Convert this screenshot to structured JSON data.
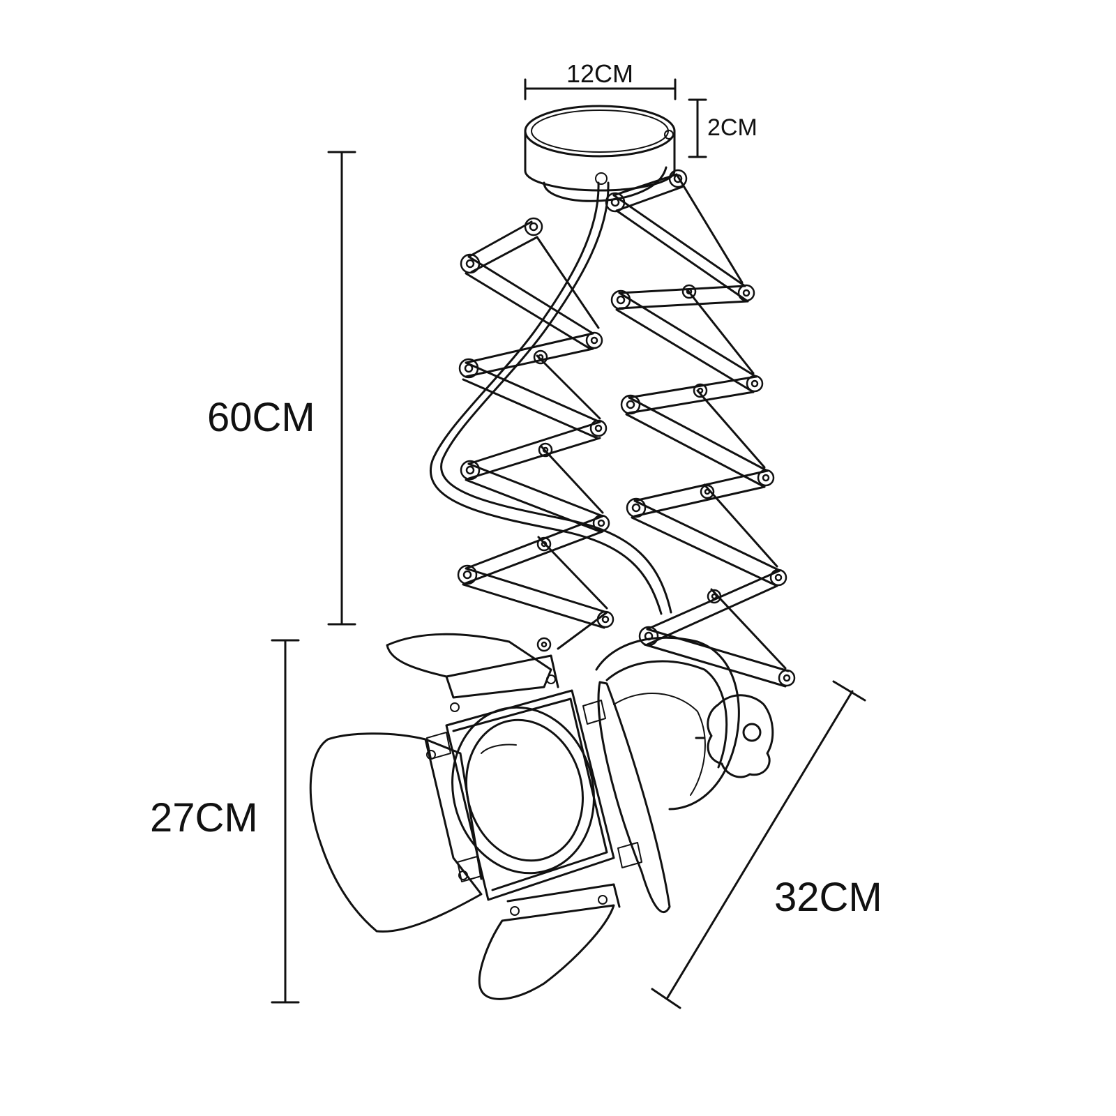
{
  "diagram": {
    "subject": "Telescopic scissor-arm ceiling spotlight with barn doors",
    "line_color": "#111111",
    "background": "#ffffff",
    "dimensions": {
      "base_width": "12CM",
      "base_height": "2CM",
      "arm_length": "60CM",
      "lamp_height": "27CM",
      "lamp_length": "32CM"
    }
  }
}
